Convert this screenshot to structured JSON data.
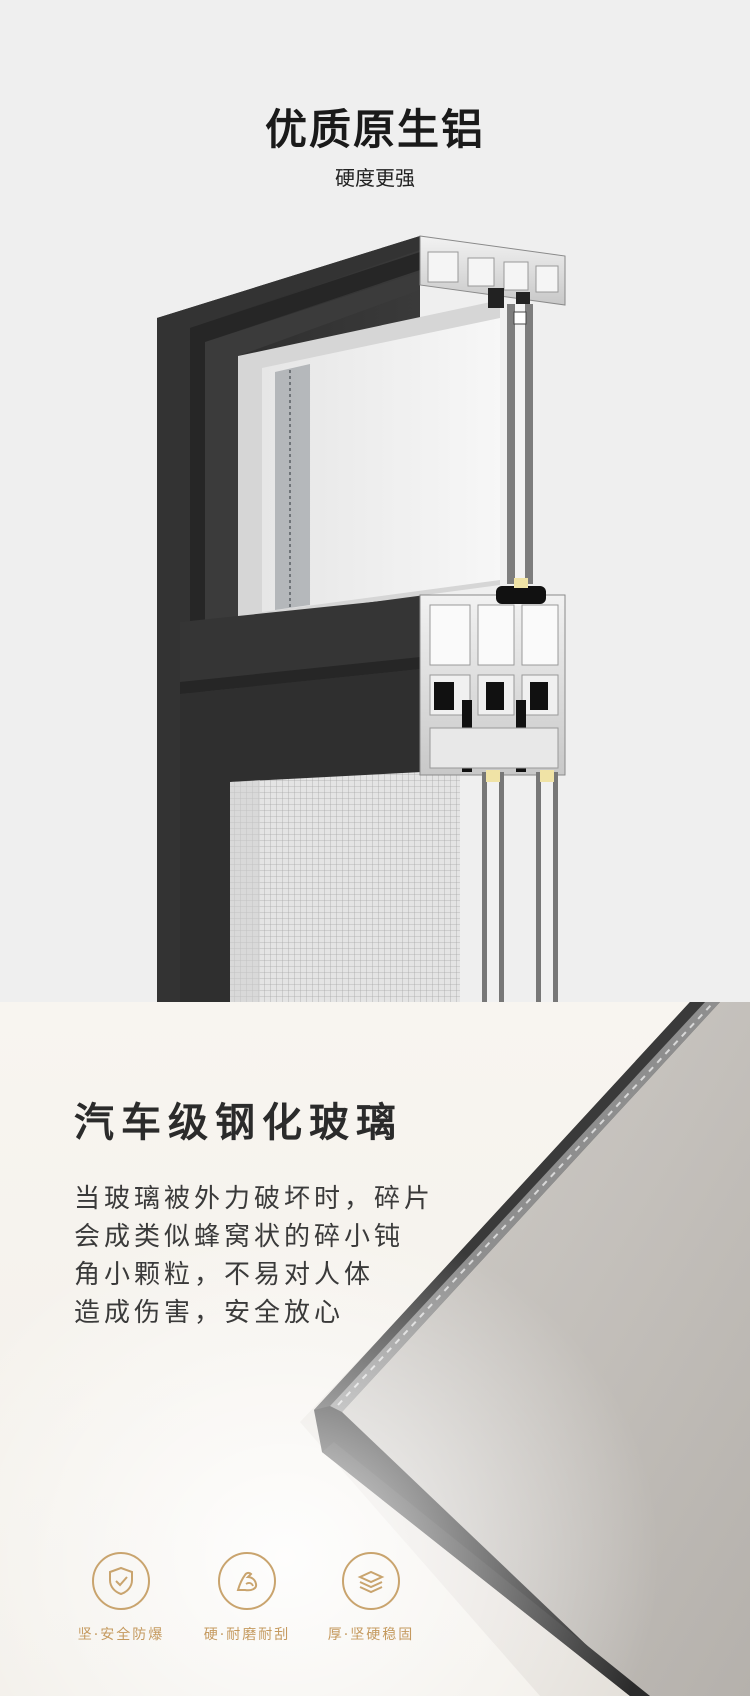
{
  "section1": {
    "title": "优质原生铝",
    "subtitle": "硬度更强"
  },
  "section2": {
    "title": "汽车级钢化玻璃",
    "description_lines": [
      "当玻璃被外力破坏时，碎片",
      "会成类似蜂窝状的碎小钝",
      "角小颗粒，不易对人体",
      "造成伤害，安全放心"
    ],
    "features": [
      {
        "icon": "shield-check-icon",
        "label": "坚·安全防爆"
      },
      {
        "icon": "strong-arm-icon",
        "label": "硬·耐磨耐刮"
      },
      {
        "icon": "layers-icon",
        "label": "厚·坚硬稳固"
      }
    ]
  },
  "colors": {
    "accent_gold": "#c9a46e",
    "frame_dark": "#2e2e2e",
    "aluminum": "#d9d9d9"
  }
}
